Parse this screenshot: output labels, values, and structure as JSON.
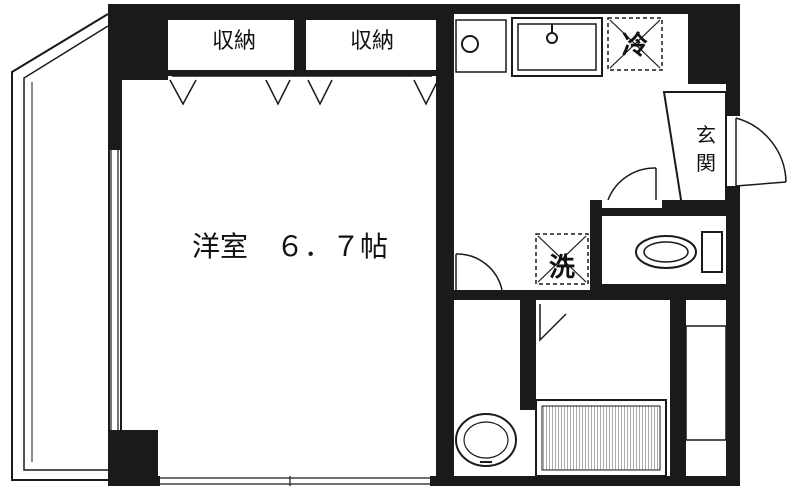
{
  "labels": {
    "storage_left": "収納",
    "storage_right": "収納",
    "western_room": "洋室　６．７帖",
    "entrance_1": "玄",
    "entrance_2": "関",
    "fridge_mark": "冷",
    "washer_mark": "洗"
  },
  "colors": {
    "wall": "#1a1a1a",
    "background": "#ffffff",
    "hatch": "#555555"
  }
}
